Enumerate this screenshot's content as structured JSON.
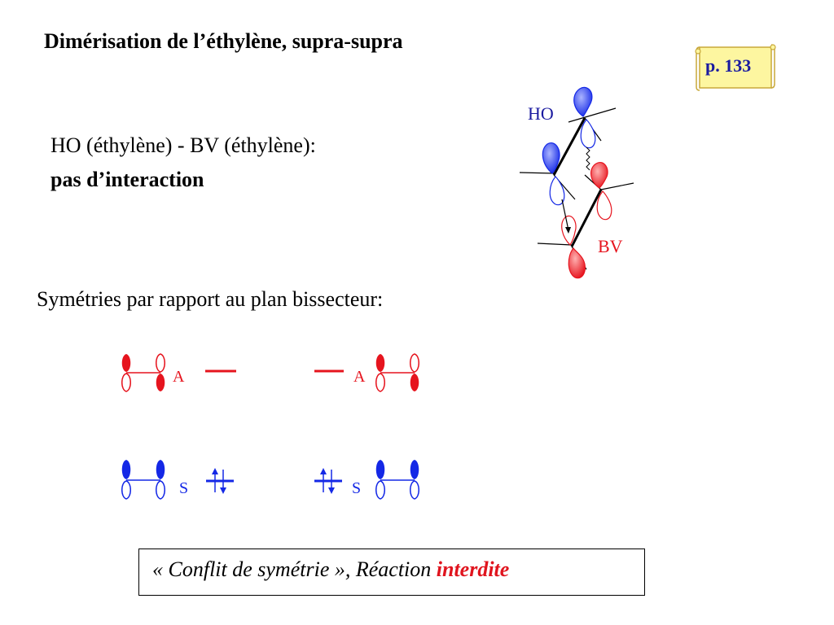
{
  "title": "Dimérisation de l’éthylène, supra-supra",
  "page_ref": "p. 133",
  "interaction": {
    "line1": "HO (éthylène) - BV (éthylène):",
    "line2": "pas d’interaction"
  },
  "orbital_labels": {
    "homo": "HO",
    "lumo": "BV"
  },
  "symmetry_heading": "Symétries par rapport au plan bissecteur:",
  "symmetry_labels": {
    "antisymmetric": "A",
    "symmetric": "S"
  },
  "conclusion": {
    "text": "« Conflit de symétrie », Réaction",
    "highlight": "interdite"
  },
  "colors": {
    "blue": "#1428e6",
    "red": "#e6141e",
    "label_blue": "#1a1aa0",
    "note_bg": "#fdf6a0"
  }
}
